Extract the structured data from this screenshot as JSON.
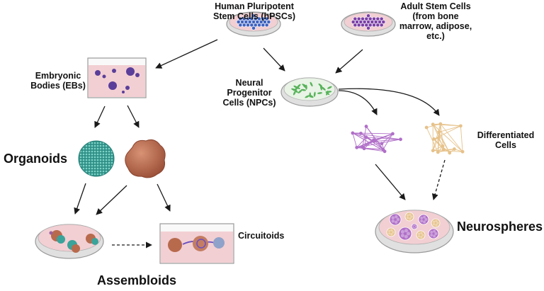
{
  "labels": {
    "hpsc": "Human Pluripotent\nStem Cells (hPSCs)",
    "adult": "Adult Stem Cells\n(from bone\nmarrow, adipose,\netc.)",
    "ebs": "Embryonic\nBodies (EBs)",
    "npcs": "Neural\nProgenitor\nCells (NPCs)",
    "differentiated": "Differentiated\nCells",
    "organoids": "Organoids",
    "circuitoids": "Circuitoids",
    "assembloids": "Assembloids",
    "neurospheres": "Neurospheres"
  },
  "colors": {
    "dish_fill": "#f2cfd3",
    "dish_rim": "#9a9a9a",
    "hpsc_cells": "#3e62c0",
    "adult_cells": "#7b3fa6",
    "npc_cells": "#58b35a",
    "neuron_purple": "#b06fc8",
    "neuron_tan": "#e6c28a",
    "organoid_teal": "#3aa39a",
    "organoid_brown": "#b86a4d",
    "arrow": "#1a1a1a"
  }
}
